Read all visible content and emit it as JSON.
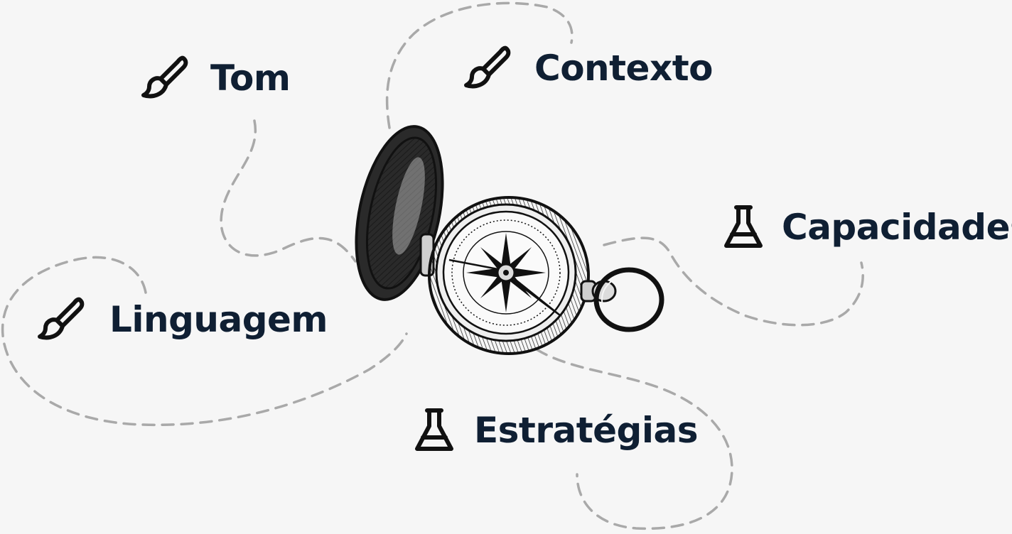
{
  "items": [
    {
      "label": "Tom",
      "icon": "paintbrush-icon"
    },
    {
      "label": "Contexto",
      "icon": "paintbrush-icon"
    },
    {
      "label": "Capacidades",
      "icon": "flask-icon"
    },
    {
      "label": "Linguagem",
      "icon": "paintbrush-icon"
    },
    {
      "label": "Estratégias",
      "icon": "flask-icon"
    }
  ],
  "colors": {
    "background": "#f6f6f6",
    "text": "#0f1f33",
    "icon": "#111111",
    "dashed_path": "#a9a9a9",
    "compass_ink": "#1a1a1a"
  },
  "center": {
    "icon": "compass-icon"
  }
}
